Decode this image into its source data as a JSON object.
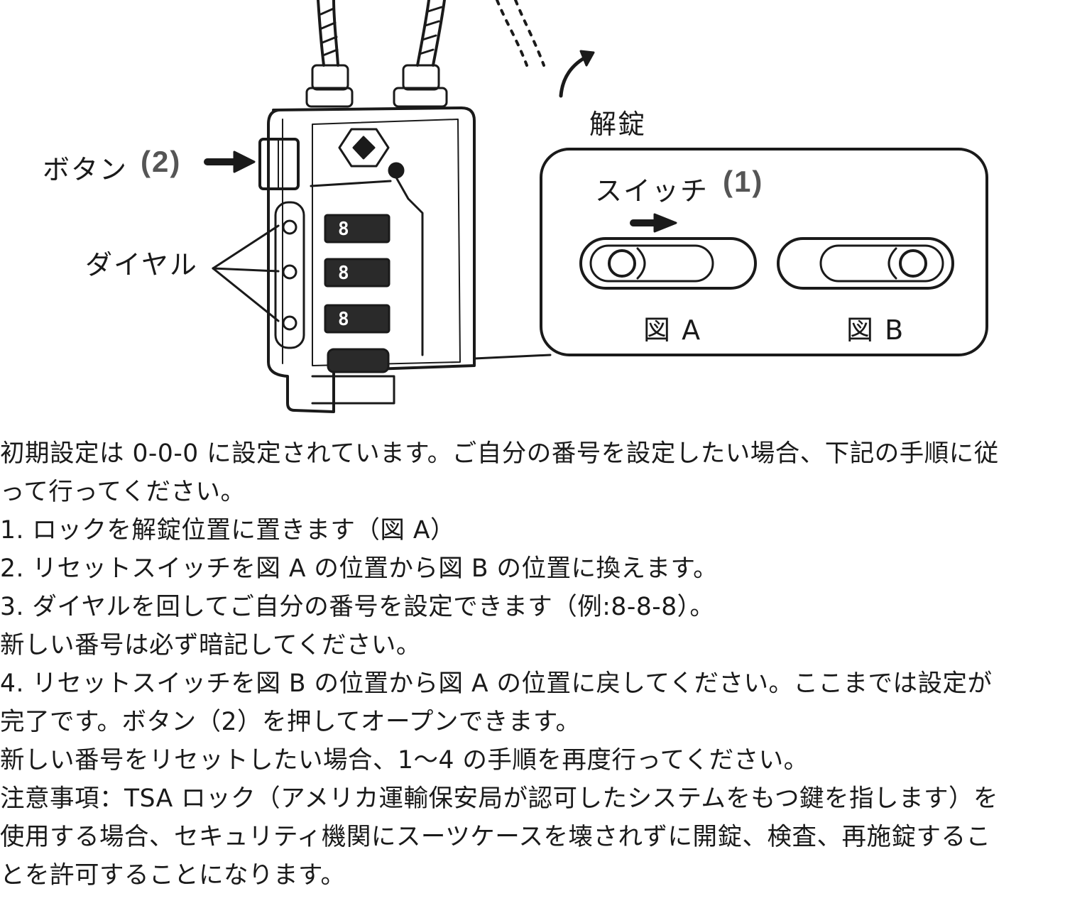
{
  "labels": {
    "unlock": "解錠",
    "button": "ボタン",
    "button_num": "(2)",
    "dial": "ダイヤル",
    "switch": "スイッチ",
    "switch_num": "(1)",
    "fig_a": "図 A",
    "fig_b": "図 B"
  },
  "dial_digits": [
    "8",
    "8",
    "8"
  ],
  "instructions": [
    "初期設定は 0-0-0 に設定されています。ご自分の番号を設定したい場合、下記の手順に従",
    "って行ってください。",
    "1.  ロックを解錠位置に置きます（図 A）",
    "2.  リセットスイッチを図 A の位置から図 B の位置に換えます。",
    "3.  ダイヤルを回してご自分の番号を設定できます（例:8-8-8）。",
    "新しい番号は必ず暗記してください。",
    "4.  リセットスイッチを図 B の位置から図 A の位置に戻してください。ここまでは設定が",
    "完了です。ボタン（2）を押してオープンできます。",
    "新しい番号をリセットしたい場合、1～4 の手順を再度行ってください。",
    "注意事項：TSA ロック（アメリカ運輸保安局が認可したシステムをもつ鍵を指します）を",
    "使用する場合、セキュリティ機関にスーツケースを壊されずに開錠、検査、再施錠するこ",
    "とを許可することになります。"
  ]
}
